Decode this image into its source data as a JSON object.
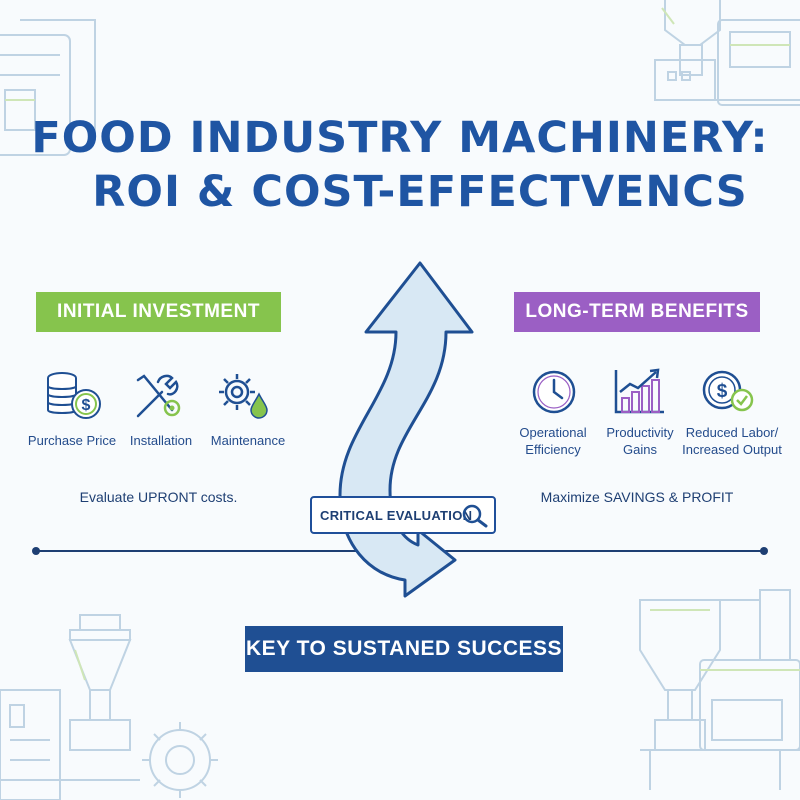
{
  "title": {
    "line1": "FOOD INDUSTRY MACHINERY:",
    "line2": "ROI & COST-EFFECTVENCS"
  },
  "left_panel": {
    "banner": "INITIAL INVESTMENT",
    "items": [
      {
        "label": "Purchase Price",
        "icon": "coins-dollar-icon"
      },
      {
        "label": "Installation",
        "icon": "tools-gear-icon"
      },
      {
        "label": "Maintenance",
        "icon": "gear-drop-icon"
      }
    ],
    "summary": "Evaluate UPRONT costs."
  },
  "right_panel": {
    "banner": "LONG-TERM BENEFITS",
    "items": [
      {
        "label_line1": "Operational",
        "label_line2": "Efficiency",
        "icon": "clock-icon"
      },
      {
        "label_line1": "Productivity",
        "label_line2": "Gains",
        "icon": "bar-chart-growth-icon"
      },
      {
        "label_line1": "Reduced Labor/",
        "label_line2": "Increased Output",
        "icon": "dollar-check-icon"
      }
    ],
    "summary": "Maximize SAVINGS & PROFIT"
  },
  "center": {
    "evaluation_label": "CRITICAL EVALUATION",
    "icon": "magnifier-icon"
  },
  "footer": {
    "label": "KEY TO SUSTANED SUCCESS"
  },
  "colors": {
    "title_blue": "#1f55a3",
    "green": "#86c44d",
    "purple": "#9b5fc4",
    "dark_blue": "#1f4f93",
    "arrow_fill": "#d8e8f4"
  }
}
